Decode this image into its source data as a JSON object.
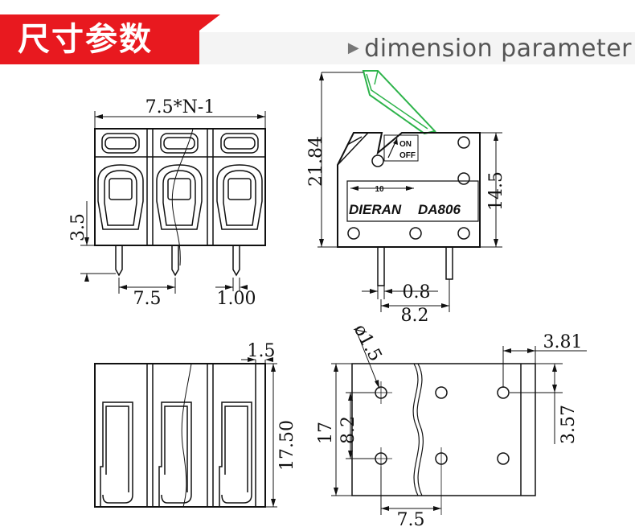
{
  "header": {
    "title": "尺寸参数",
    "subtitle": "dimension parameter"
  },
  "icons": {
    "subtitle_arrow": "play-triangle-icon"
  },
  "colors": {
    "badge": "#e8191f",
    "lever": "#2db34a"
  },
  "front_view": {
    "dim_top": "7.5*N-1",
    "dim_left": "3.5",
    "dim_pitch": "7.5",
    "dim_pin": "1.00"
  },
  "side_view": {
    "dim_height": "21.84",
    "dim_body": "14.5",
    "dim_pin_thickness": "0.8",
    "dim_pin_spacing": "8.2",
    "switch_on": "ON",
    "switch_off": "OFF",
    "dim_arrow": "10",
    "brand": "DIERAN",
    "model": "DA806"
  },
  "back_view": {
    "dim_thickness": "1.5",
    "dim_height": "17.50"
  },
  "footprint": {
    "dim_hole": "ø1.5",
    "dim_edge": "3.81",
    "dim_height": "17",
    "dim_row": "8.2",
    "dim_offset": "3.57",
    "dim_pitch": "7.5"
  }
}
